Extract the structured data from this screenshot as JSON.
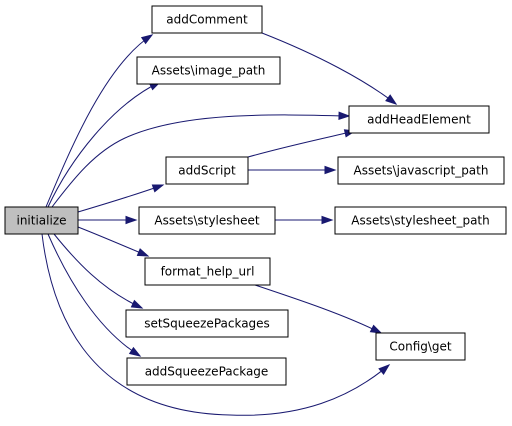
{
  "graph": {
    "root": "initialize",
    "nodes": {
      "initialize": "initialize",
      "addComment": "addComment",
      "image_path": "Assets\\image_path",
      "addHeadElement": "addHeadElement",
      "addScript": "addScript",
      "javascript_path": "Assets\\javascript_path",
      "stylesheet": "Assets\\stylesheet",
      "stylesheet_path": "Assets\\stylesheet_path",
      "format_help_url": "format_help_url",
      "setSqueezePackages": "setSqueezePackages",
      "addSqueezePackage": "addSqueezePackage",
      "config_get": "Config\\get"
    },
    "edges": [
      [
        "initialize",
        "addComment"
      ],
      [
        "initialize",
        "image_path"
      ],
      [
        "initialize",
        "addHeadElement"
      ],
      [
        "initialize",
        "addScript"
      ],
      [
        "initialize",
        "stylesheet"
      ],
      [
        "initialize",
        "format_help_url"
      ],
      [
        "initialize",
        "setSqueezePackages"
      ],
      [
        "initialize",
        "addSqueezePackage"
      ],
      [
        "initialize",
        "config_get"
      ],
      [
        "addComment",
        "addHeadElement"
      ],
      [
        "addScript",
        "addHeadElement"
      ],
      [
        "addScript",
        "javascript_path"
      ],
      [
        "stylesheet",
        "stylesheet_path"
      ],
      [
        "format_help_url",
        "config_get"
      ]
    ],
    "colors": {
      "edge": "#191970",
      "root_fill": "#bfbfbf",
      "node_fill": "#ffffff",
      "node_border": "#000000"
    }
  }
}
